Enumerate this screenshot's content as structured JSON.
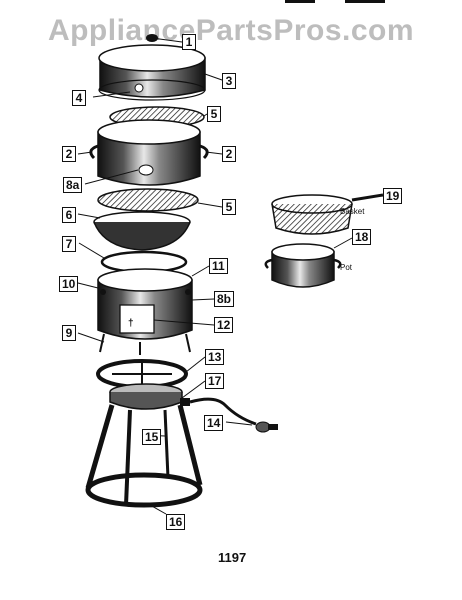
{
  "watermark": "AppliancePartsPros.com",
  "page_number": "1197",
  "captions": {
    "basket": "Basket",
    "pot": "Pot"
  },
  "callouts": {
    "c1": "1",
    "c3": "3",
    "c4": "4",
    "c5a": "5",
    "c2l": "2",
    "c2r": "2",
    "c8a": "8a",
    "c5b": "5",
    "c6": "6",
    "c7": "7",
    "c11": "11",
    "c10": "10",
    "c8b": "8b",
    "c12": "12",
    "c9": "9",
    "c13": "13",
    "c17": "17",
    "c14": "14",
    "c15": "15",
    "c16": "16",
    "c19": "19",
    "c18": "18"
  }
}
